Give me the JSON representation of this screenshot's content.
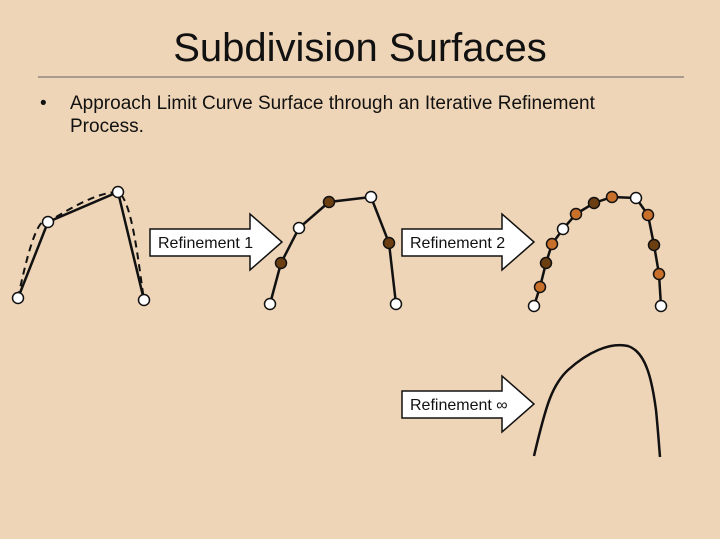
{
  "slide": {
    "title": "Subdivision Surfaces",
    "bullet_symbol": "•",
    "bullet_text": "Approach Limit Curve Surface through an Iterative Refinement Process."
  },
  "arrows": [
    {
      "label": "Refinement 1"
    },
    {
      "label": "Refinement 2"
    },
    {
      "label": "Refinement ∞"
    }
  ],
  "colors": {
    "background": "#efd5b7",
    "point_white": "#ffffff",
    "point_dark": "#6b3f12",
    "point_orange": "#c8702a",
    "line": "#111111"
  }
}
